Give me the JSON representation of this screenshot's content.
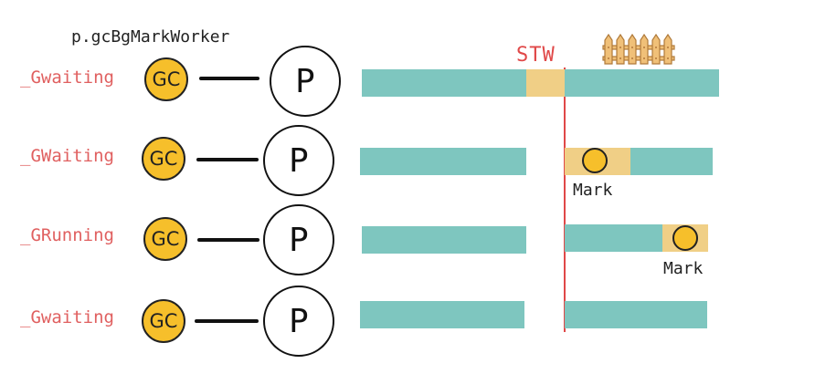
{
  "title": "p.gcBgMarkWorker",
  "stw_label": "STW",
  "gc_label": "GC",
  "p_label": "P",
  "mark_label": "Mark",
  "rows": [
    {
      "state": "_Gwaiting"
    },
    {
      "state": "_GWaiting"
    },
    {
      "state": "_GRunning"
    },
    {
      "state": "_Gwaiting"
    }
  ],
  "colors": {
    "bar": "#7ec6bf",
    "pause": "#f0cf86",
    "gc": "#f6bf2b",
    "stw": "#e04848",
    "state_text": "#e06060"
  }
}
